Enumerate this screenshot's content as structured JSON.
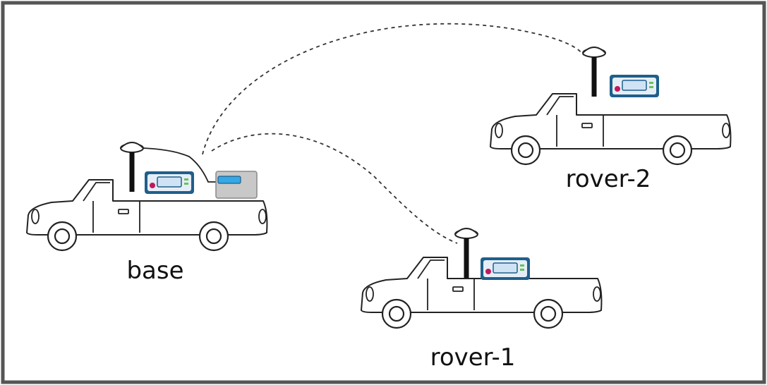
{
  "labels": {
    "base": "base",
    "rover1": "rover-1",
    "rover2": "rover-2"
  },
  "colors": {
    "receiver_blue": "#1f5f8b",
    "receiver_fill": "#e5eef7",
    "screen": "#cfe3f5",
    "led_red": "#c2185b",
    "led_green": "#6bbf59",
    "radio_gray": "#c8c8c8",
    "radio_blue": "#35a9e6",
    "frame": "#555555"
  },
  "icons": {
    "vehicle": "pickup-truck-icon",
    "antenna": "gnss-antenna-icon",
    "receiver": "gnss-receiver-icon",
    "radio": "radio-modem-icon"
  }
}
